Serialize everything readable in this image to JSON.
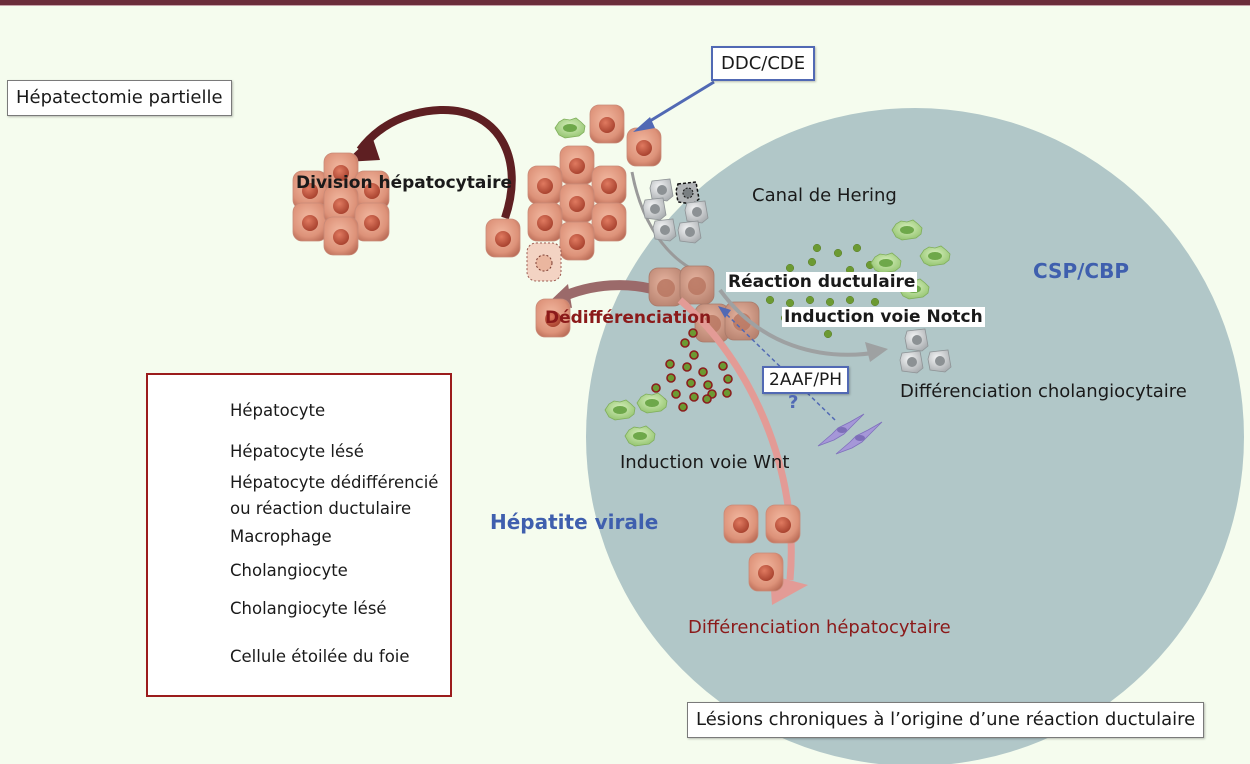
{
  "figure": {
    "labels": {
      "hepatectomie": "Hépatectomie partielle",
      "ddc": "DDC/CDE",
      "division": "Division hépatocytaire",
      "canal": "Canal de Hering",
      "csp": "CSP/CBP",
      "reaction": "Réaction ductulaire",
      "notch": "Induction voie Notch",
      "dedifferenciation": "Dédifférenciation",
      "aaf": "2AAF/PH",
      "question": "?",
      "diff_cholangio": "Différenciation cholangiocytaire",
      "wnt": "Induction voie Wnt",
      "hepatite": "Hépatite virale",
      "diff_hepato": "Différenciation hépatocytaire",
      "lesions": "Lésions chroniques à l’origine d’une réaction ductulaire"
    },
    "legend": {
      "items": [
        {
          "icon": "hepatocyte-icon",
          "label": "Hépatocyte"
        },
        {
          "icon": "injured-hepatocyte-icon",
          "label": "Hépatocyte lésé"
        },
        {
          "icon": "dedifferentiated-hepatocyte-icon",
          "label": "Hépatocyte dédifférencié",
          "label2": "ou réaction ductulaire"
        },
        {
          "icon": "macrophage-icon",
          "label": "Macrophage"
        },
        {
          "icon": "cholangiocyte-icon",
          "label": "Cholangiocyte"
        },
        {
          "icon": "injured-cholangiocyte-icon",
          "label": "Cholangiocyte lésé"
        },
        {
          "icon": "stellate-cell-icon",
          "label": "Cellule étoilée du foie"
        }
      ]
    },
    "colors": {
      "topbar": "#6b2d3a",
      "background": "#f5fcee",
      "circle": "#b1c7c8",
      "hepatocyte": "#d98c72",
      "nucleus": "#b8503a",
      "accent_blue": "#3f5fae",
      "accent_red": "#8b1a1a",
      "macrophage": "#9fcc7a",
      "cholangiocyte": "#c9ccce",
      "stellate": "#9a8ad0"
    }
  }
}
